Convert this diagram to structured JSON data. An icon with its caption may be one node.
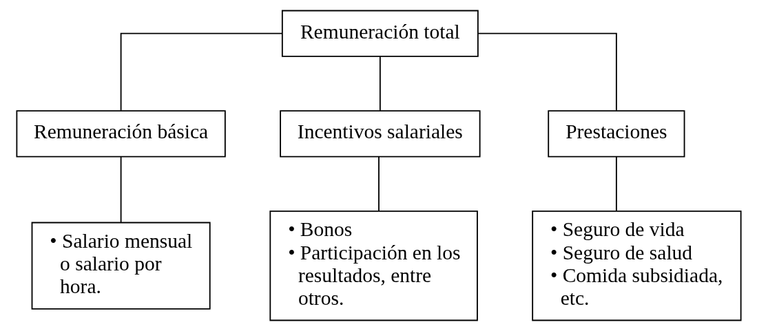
{
  "diagram": {
    "nodes": [
      {
        "text": [
          "Remuneración total"
        ]
      },
      {
        "text": [
          "Remuneración básica"
        ]
      },
      {
        "text": [
          "Incentivos salariales"
        ]
      },
      {
        "text": [
          "Prestaciones"
        ]
      },
      {
        "text": [
          "• Salario mensual o salario por hora."
        ]
      },
      {
        "text": [
          "• Bonos",
          "• Participación en los resultados, entre otros."
        ]
      },
      {
        "text": [
          "• Seguro de vida",
          "• Seguro de salud",
          "• Comida subsidiada, etc."
        ]
      }
    ],
    "edges": [
      {
        "from": 0,
        "to": 1,
        "arrow": "none"
      },
      {
        "from": 0,
        "to": 2,
        "arrow": "none"
      },
      {
        "from": 0,
        "to": 3,
        "arrow": "none"
      },
      {
        "from": 1,
        "to": 4,
        "arrow": "none"
      },
      {
        "from": 2,
        "to": 5,
        "arrow": "none"
      },
      {
        "from": 3,
        "to": 6,
        "arrow": "none"
      }
    ]
  }
}
